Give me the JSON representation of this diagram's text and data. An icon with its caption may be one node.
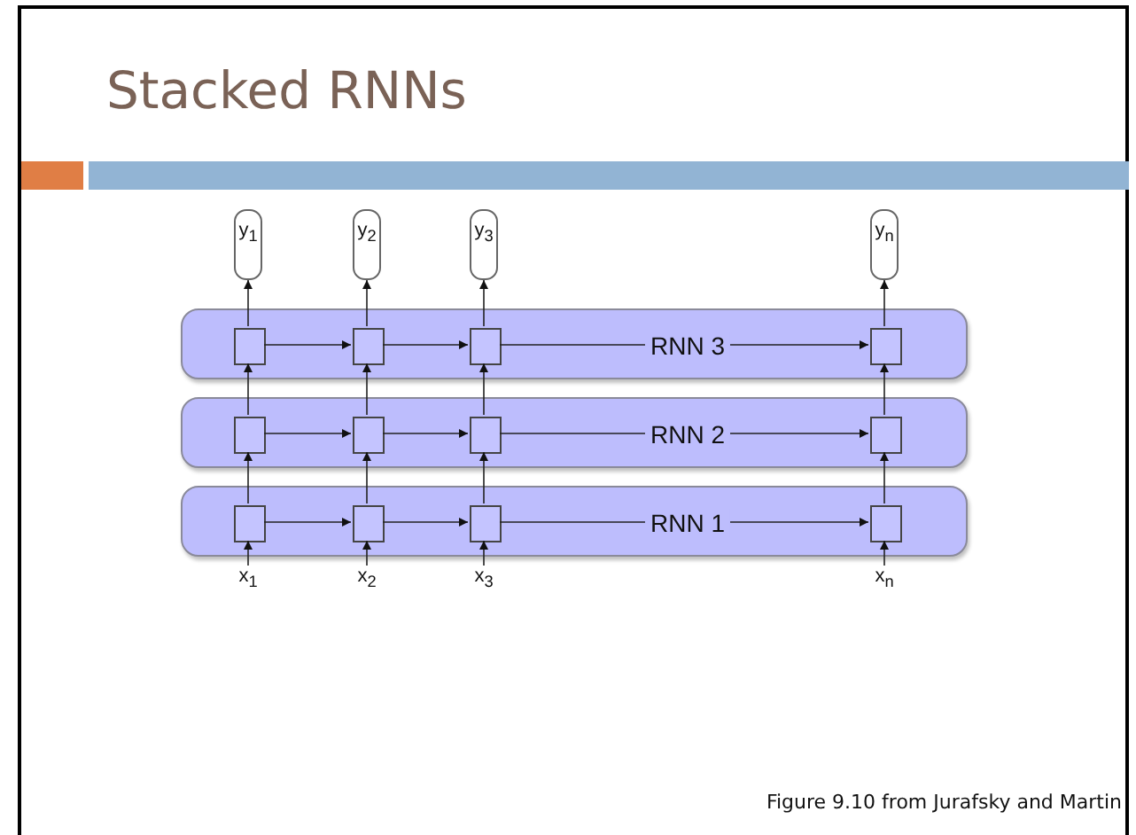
{
  "diagram": {
    "title": "Stacked RNNs",
    "caption": "Figure 9.10 from Jurafsky and Martin",
    "nodes": [
      {
        "text": [
          "y$_{1}$"
        ]
      },
      {
        "text": [
          "y$_{2}$"
        ]
      },
      {
        "text": [
          "y$_{3}$"
        ]
      },
      {
        "text": [
          "y$_{n}$"
        ]
      },
      {
        "text": [],
        "shape": "box"
      },
      {
        "text": [],
        "shape": "box",
        "in": 4
      },
      {
        "text": [],
        "shape": "box",
        "in": 4
      },
      {
        "text": [],
        "shape": "box",
        "in": 4
      },
      {
        "text": [],
        "shape": "box",
        "in": 4
      },
      {
        "text": [],
        "shape": "box"
      },
      {
        "text": [],
        "shape": "box",
        "in": 9
      },
      {
        "text": [],
        "shape": "box",
        "in": 9
      },
      {
        "text": [],
        "shape": "box",
        "in": 9
      },
      {
        "text": [],
        "shape": "box",
        "in": 9
      },
      {
        "text": [],
        "shape": "box"
      },
      {
        "text": [],
        "shape": "box",
        "in": 14
      },
      {
        "text": [],
        "shape": "box",
        "in": 14
      },
      {
        "text": [],
        "shape": "box",
        "in": 14
      },
      {
        "text": [],
        "shape": "box",
        "in": 14
      },
      {
        "text": [
          "x$_{1}$"
        ]
      },
      {
        "text": [
          "x$_{2}$"
        ]
      },
      {
        "text": [
          "x$_{3}$"
        ]
      },
      {
        "text": [
          "x$_{n}$"
        ]
      }
    ],
    "edges": [
      {
        "from": 5,
        "to": 0,
        "arrow": "to"
      },
      {
        "from": 6,
        "to": 1,
        "arrow": "to"
      },
      {
        "from": 7,
        "to": 2,
        "arrow": "to"
      },
      {
        "from": 8,
        "to": 3,
        "arrow": "to"
      },
      {
        "from": 5,
        "to": 6,
        "arrow": "to"
      },
      {
        "from": 6,
        "to": 7,
        "arrow": "to"
      },
      {
        "from": 7,
        "to": 8,
        "arrow": "to",
        "label": "RNN 3"
      },
      {
        "from": 10,
        "to": 5,
        "arrow": "to"
      },
      {
        "from": 11,
        "to": 6,
        "arrow": "to"
      },
      {
        "from": 12,
        "to": 7,
        "arrow": "to"
      },
      {
        "from": 13,
        "to": 8,
        "arrow": "to"
      },
      {
        "from": 10,
        "to": 11,
        "arrow": "to"
      },
      {
        "from": 11,
        "to": 12,
        "arrow": "to"
      },
      {
        "from": 12,
        "to": 13,
        "arrow": "to",
        "label": "RNN 2"
      },
      {
        "from": 15,
        "to": 10,
        "arrow": "to"
      },
      {
        "from": 16,
        "to": 11,
        "arrow": "to"
      },
      {
        "from": 17,
        "to": 12,
        "arrow": "to"
      },
      {
        "from": 18,
        "to": 13,
        "arrow": "to"
      },
      {
        "from": 15,
        "to": 16,
        "arrow": "to"
      },
      {
        "from": 16,
        "to": 17,
        "arrow": "to"
      },
      {
        "from": 17,
        "to": 18,
        "arrow": "to",
        "label": "RNN 1"
      },
      {
        "from": 19,
        "to": 15,
        "arrow": "to"
      },
      {
        "from": 20,
        "to": 16,
        "arrow": "to"
      },
      {
        "from": 21,
        "to": 17,
        "arrow": "to"
      },
      {
        "from": 22,
        "to": 18,
        "arrow": "to"
      }
    ]
  }
}
